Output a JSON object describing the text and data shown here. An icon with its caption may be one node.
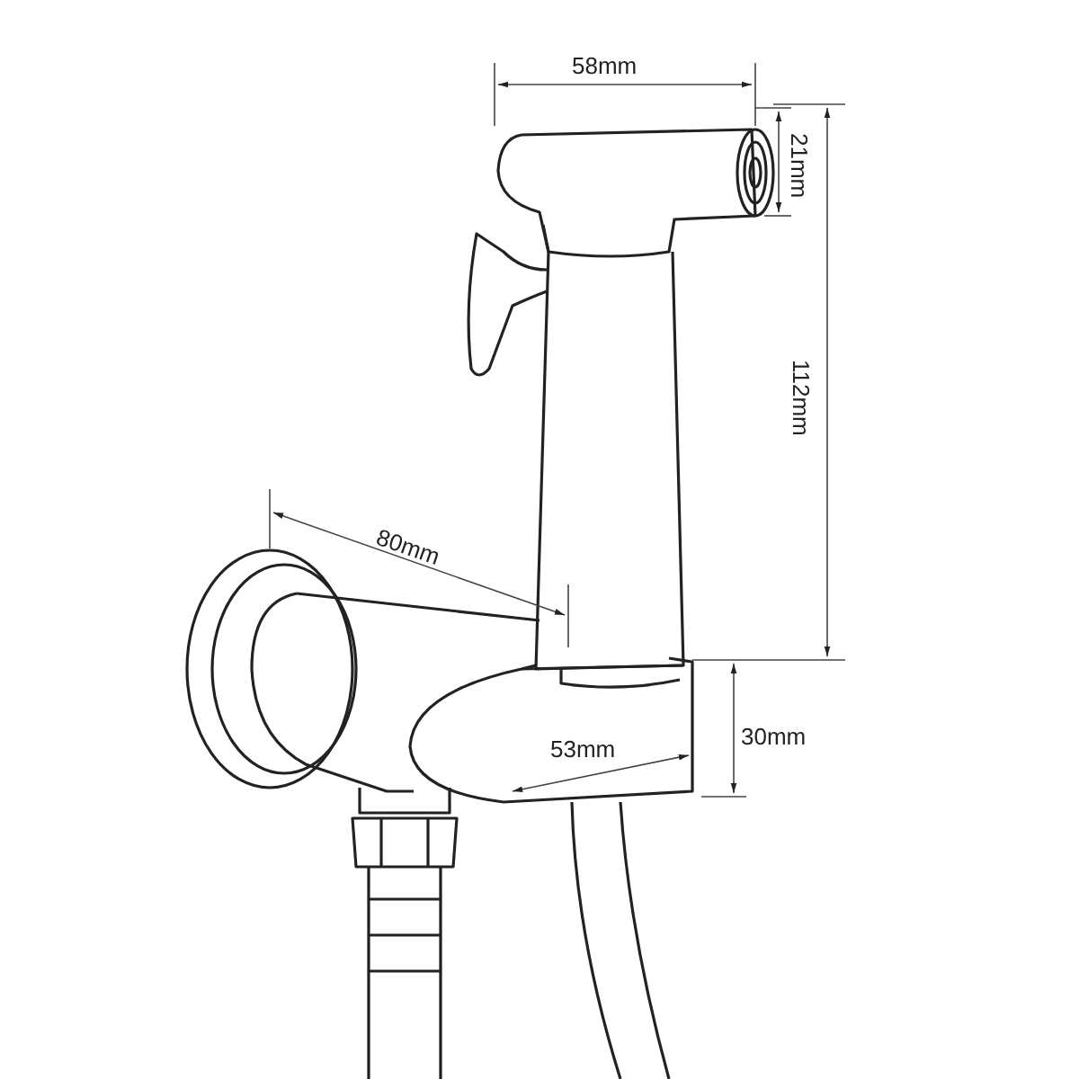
{
  "diagram": {
    "labels": [
      "58mm",
      "21mm",
      "112mm",
      "80mm",
      "53mm",
      "30mm"
    ]
  }
}
